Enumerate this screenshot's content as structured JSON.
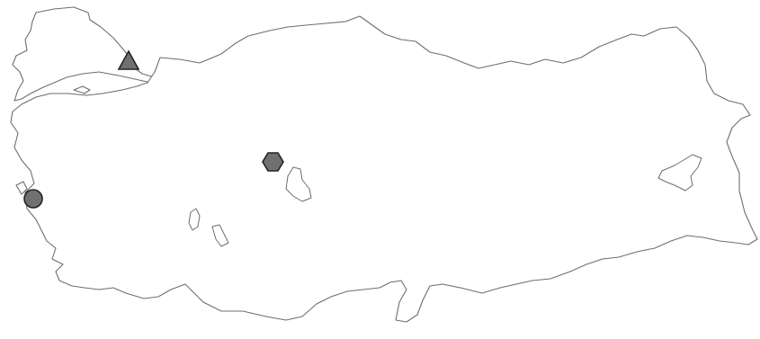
{
  "map": {
    "colors": {
      "background": "#ffffff",
      "outline": "#6e6e6e",
      "marker_fill": "#707070",
      "marker_stroke": "#222222"
    },
    "markers": [
      {
        "name": "triangle-marker",
        "shape": "triangle"
      },
      {
        "name": "hexagon-marker",
        "shape": "hexagon"
      },
      {
        "name": "circle-marker",
        "shape": "circle"
      }
    ]
  }
}
